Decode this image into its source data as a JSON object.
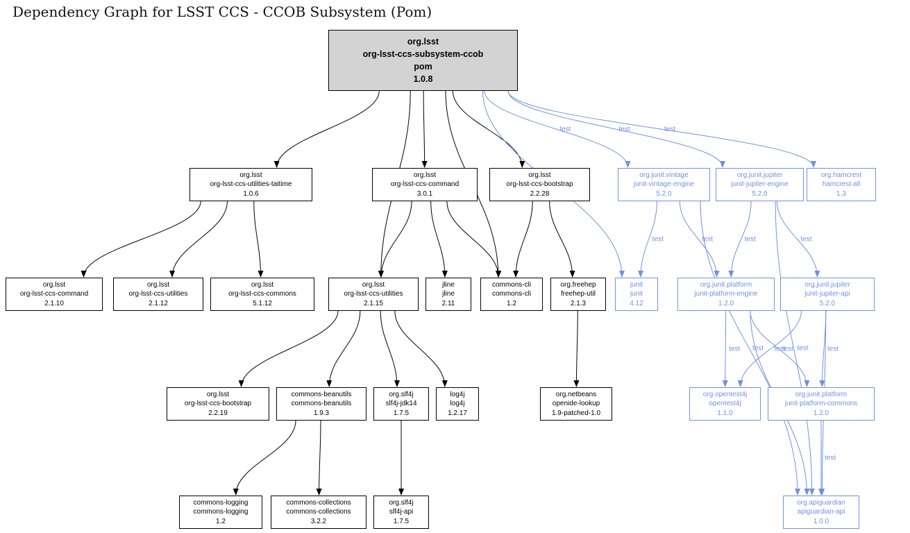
{
  "title": "Dependency Graph for LSST CCS - CCOB Subsystem (Pom)",
  "colors": {
    "edge_compile": "#000000",
    "edge_test": "#7191de",
    "root_fill": "#d3d3d3",
    "node_fill": "#ffffff",
    "node_border": "#000000"
  },
  "nodes": [
    {
      "id": "root",
      "type": "root",
      "lines": [
        "org.lsst",
        "org-lsst-ccs-subsystem-ccob",
        "pom",
        "1.0.8"
      ]
    },
    {
      "id": "taitime",
      "type": "compile",
      "lines": [
        "org.lsst",
        "org-lsst-ccs-utilities-taitime",
        "1.0.6"
      ]
    },
    {
      "id": "command3",
      "type": "compile",
      "lines": [
        "org.lsst",
        "org-lsst-ccs-command",
        "3.0.1"
      ]
    },
    {
      "id": "bootstrap228",
      "type": "compile",
      "lines": [
        "org.lsst",
        "org-lsst-ccs-bootstrap",
        "2.2.28"
      ]
    },
    {
      "id": "vintage",
      "type": "test",
      "lines": [
        "org.junit.vintage",
        "junit-vintage-engine",
        "5.2.0"
      ]
    },
    {
      "id": "jupiterEngine",
      "type": "test",
      "lines": [
        "org.junit.jupiter",
        "junit-jupiter-engine",
        "5.2.0"
      ]
    },
    {
      "id": "hamcrest",
      "type": "test",
      "lines": [
        "org.hamcrest",
        "hamcrest-all",
        "1.3"
      ]
    },
    {
      "id": "command2110",
      "type": "compile",
      "lines": [
        "org.lsst",
        "org-lsst-ccs-command",
        "2.1.10"
      ]
    },
    {
      "id": "utilities2112",
      "type": "compile",
      "lines": [
        "org.lsst",
        "org-lsst-ccs-utilities",
        "2.1.12"
      ]
    },
    {
      "id": "commons5112",
      "type": "compile",
      "lines": [
        "org.lsst",
        "org-lsst-ccs-commons",
        "5.1.12"
      ]
    },
    {
      "id": "utilities2115",
      "type": "compile",
      "lines": [
        "org.lsst",
        "org-lsst-ccs-utilities",
        "2.1.15"
      ]
    },
    {
      "id": "jline",
      "type": "compile",
      "lines": [
        "jline",
        "jline",
        "2.11"
      ]
    },
    {
      "id": "commonscli",
      "type": "compile",
      "lines": [
        "commons-cli",
        "commons-cli",
        "1.2"
      ]
    },
    {
      "id": "freehep",
      "type": "compile",
      "lines": [
        "org.freehep",
        "freehep-util",
        "2.1.3"
      ]
    },
    {
      "id": "junit412",
      "type": "test",
      "lines": [
        "junit",
        "junit",
        "4.12"
      ]
    },
    {
      "id": "platformEngine",
      "type": "test",
      "lines": [
        "org.junit.platform",
        "junit-platform-engine",
        "1.2.0"
      ]
    },
    {
      "id": "jupiterApi",
      "type": "test",
      "lines": [
        "org.junit.jupiter",
        "junit-jupiter-api",
        "5.2.0"
      ]
    },
    {
      "id": "bootstrap2219",
      "type": "compile",
      "lines": [
        "org.lsst",
        "org-lsst-ccs-bootstrap",
        "2.2.19"
      ]
    },
    {
      "id": "beanutils",
      "type": "compile",
      "lines": [
        "commons-beanutils",
        "commons-beanutils",
        "1.9.3"
      ]
    },
    {
      "id": "slf4jjdk14",
      "type": "compile",
      "lines": [
        "org.slf4j",
        "slf4j-jdk14",
        "1.7.5"
      ]
    },
    {
      "id": "log4j",
      "type": "compile",
      "lines": [
        "log4j",
        "log4j",
        "1.2.17"
      ]
    },
    {
      "id": "openide",
      "type": "compile",
      "lines": [
        "org.netbeans",
        "openide-lookup",
        "1.9-patched-1.0"
      ]
    },
    {
      "id": "opentest4j",
      "type": "test",
      "lines": [
        "org.opentest4j",
        "opentest4j",
        "1.1.0"
      ]
    },
    {
      "id": "platformCommons",
      "type": "test",
      "lines": [
        "org.junit.platform",
        "junit-platform-commons",
        "1.2.0"
      ]
    },
    {
      "id": "commonsLogging",
      "type": "compile",
      "lines": [
        "commons-logging",
        "commons-logging",
        "1.2"
      ]
    },
    {
      "id": "commonsCollections",
      "type": "compile",
      "lines": [
        "commons-collections",
        "commons-collections",
        "3.2.2"
      ]
    },
    {
      "id": "slf4japi",
      "type": "compile",
      "lines": [
        "org.slf4j",
        "slf4j-api",
        "1.7.5"
      ]
    },
    {
      "id": "apiguardian",
      "type": "test",
      "lines": [
        "org.apiguardian",
        "apiguardian-api",
        "1.0.0"
      ]
    }
  ],
  "edges": [
    {
      "from": "root",
      "to": "taitime",
      "scope": "compile"
    },
    {
      "from": "root",
      "to": "command3",
      "scope": "compile"
    },
    {
      "from": "root",
      "to": "bootstrap228",
      "scope": "compile"
    },
    {
      "from": "root",
      "to": "utilities2115",
      "scope": "compile"
    },
    {
      "from": "root",
      "to": "commonscli",
      "scope": "compile"
    },
    {
      "from": "root",
      "to": "vintage",
      "scope": "test",
      "label": "test"
    },
    {
      "from": "root",
      "to": "jupiterEngine",
      "scope": "test",
      "label": "test"
    },
    {
      "from": "root",
      "to": "hamcrest",
      "scope": "test",
      "label": "test"
    },
    {
      "from": "root",
      "to": "junit412",
      "scope": "test",
      "label": "test"
    },
    {
      "from": "taitime",
      "to": "command2110",
      "scope": "compile"
    },
    {
      "from": "taitime",
      "to": "utilities2112",
      "scope": "compile"
    },
    {
      "from": "taitime",
      "to": "commons5112",
      "scope": "compile"
    },
    {
      "from": "command3",
      "to": "utilities2115",
      "scope": "compile"
    },
    {
      "from": "command3",
      "to": "jline",
      "scope": "compile"
    },
    {
      "from": "command3",
      "to": "commonscli",
      "scope": "compile"
    },
    {
      "from": "bootstrap228",
      "to": "commonscli",
      "scope": "compile"
    },
    {
      "from": "bootstrap228",
      "to": "freehep",
      "scope": "compile"
    },
    {
      "from": "utilities2115",
      "to": "bootstrap2219",
      "scope": "compile"
    },
    {
      "from": "utilities2115",
      "to": "beanutils",
      "scope": "compile"
    },
    {
      "from": "utilities2115",
      "to": "slf4jjdk14",
      "scope": "compile"
    },
    {
      "from": "utilities2115",
      "to": "log4j",
      "scope": "compile"
    },
    {
      "from": "freehep",
      "to": "openide",
      "scope": "compile"
    },
    {
      "from": "beanutils",
      "to": "commonsLogging",
      "scope": "compile"
    },
    {
      "from": "beanutils",
      "to": "commonsCollections",
      "scope": "compile"
    },
    {
      "from": "slf4jjdk14",
      "to": "slf4japi",
      "scope": "compile"
    },
    {
      "from": "vintage",
      "to": "junit412",
      "scope": "test",
      "label": "test"
    },
    {
      "from": "vintage",
      "to": "platformEngine",
      "scope": "test",
      "label": "test"
    },
    {
      "from": "vintage",
      "to": "apiguardian",
      "scope": "test",
      "label": "test"
    },
    {
      "from": "jupiterEngine",
      "to": "platformEngine",
      "scope": "test",
      "label": "test"
    },
    {
      "from": "jupiterEngine",
      "to": "jupiterApi",
      "scope": "test",
      "label": "test"
    },
    {
      "from": "jupiterEngine",
      "to": "apiguardian",
      "scope": "test",
      "label": "test"
    },
    {
      "from": "platformEngine",
      "to": "opentest4j",
      "scope": "test",
      "label": "test"
    },
    {
      "from": "platformEngine",
      "to": "platformCommons",
      "scope": "test",
      "label": "test"
    },
    {
      "from": "platformEngine",
      "to": "apiguardian",
      "scope": "test",
      "label": "test"
    },
    {
      "from": "jupiterApi",
      "to": "opentest4j",
      "scope": "test",
      "label": "test"
    },
    {
      "from": "jupiterApi",
      "to": "platformCommons",
      "scope": "test",
      "label": "test"
    },
    {
      "from": "jupiterApi",
      "to": "apiguardian",
      "scope": "test",
      "label": "test"
    },
    {
      "from": "platformCommons",
      "to": "apiguardian",
      "scope": "test",
      "label": "test"
    }
  ]
}
